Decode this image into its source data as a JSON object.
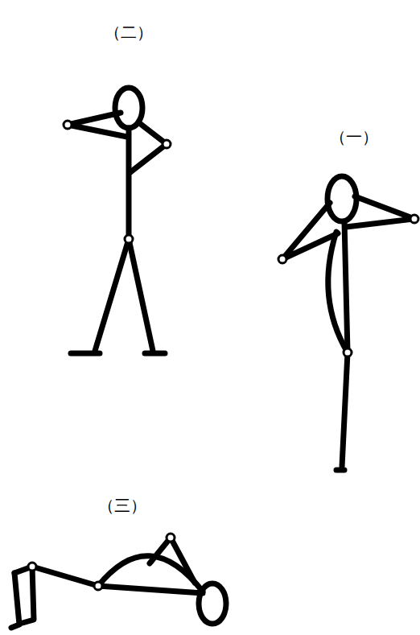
{
  "diagram": {
    "labels": [
      "（二）",
      "（一）",
      "（三）"
    ]
  }
}
